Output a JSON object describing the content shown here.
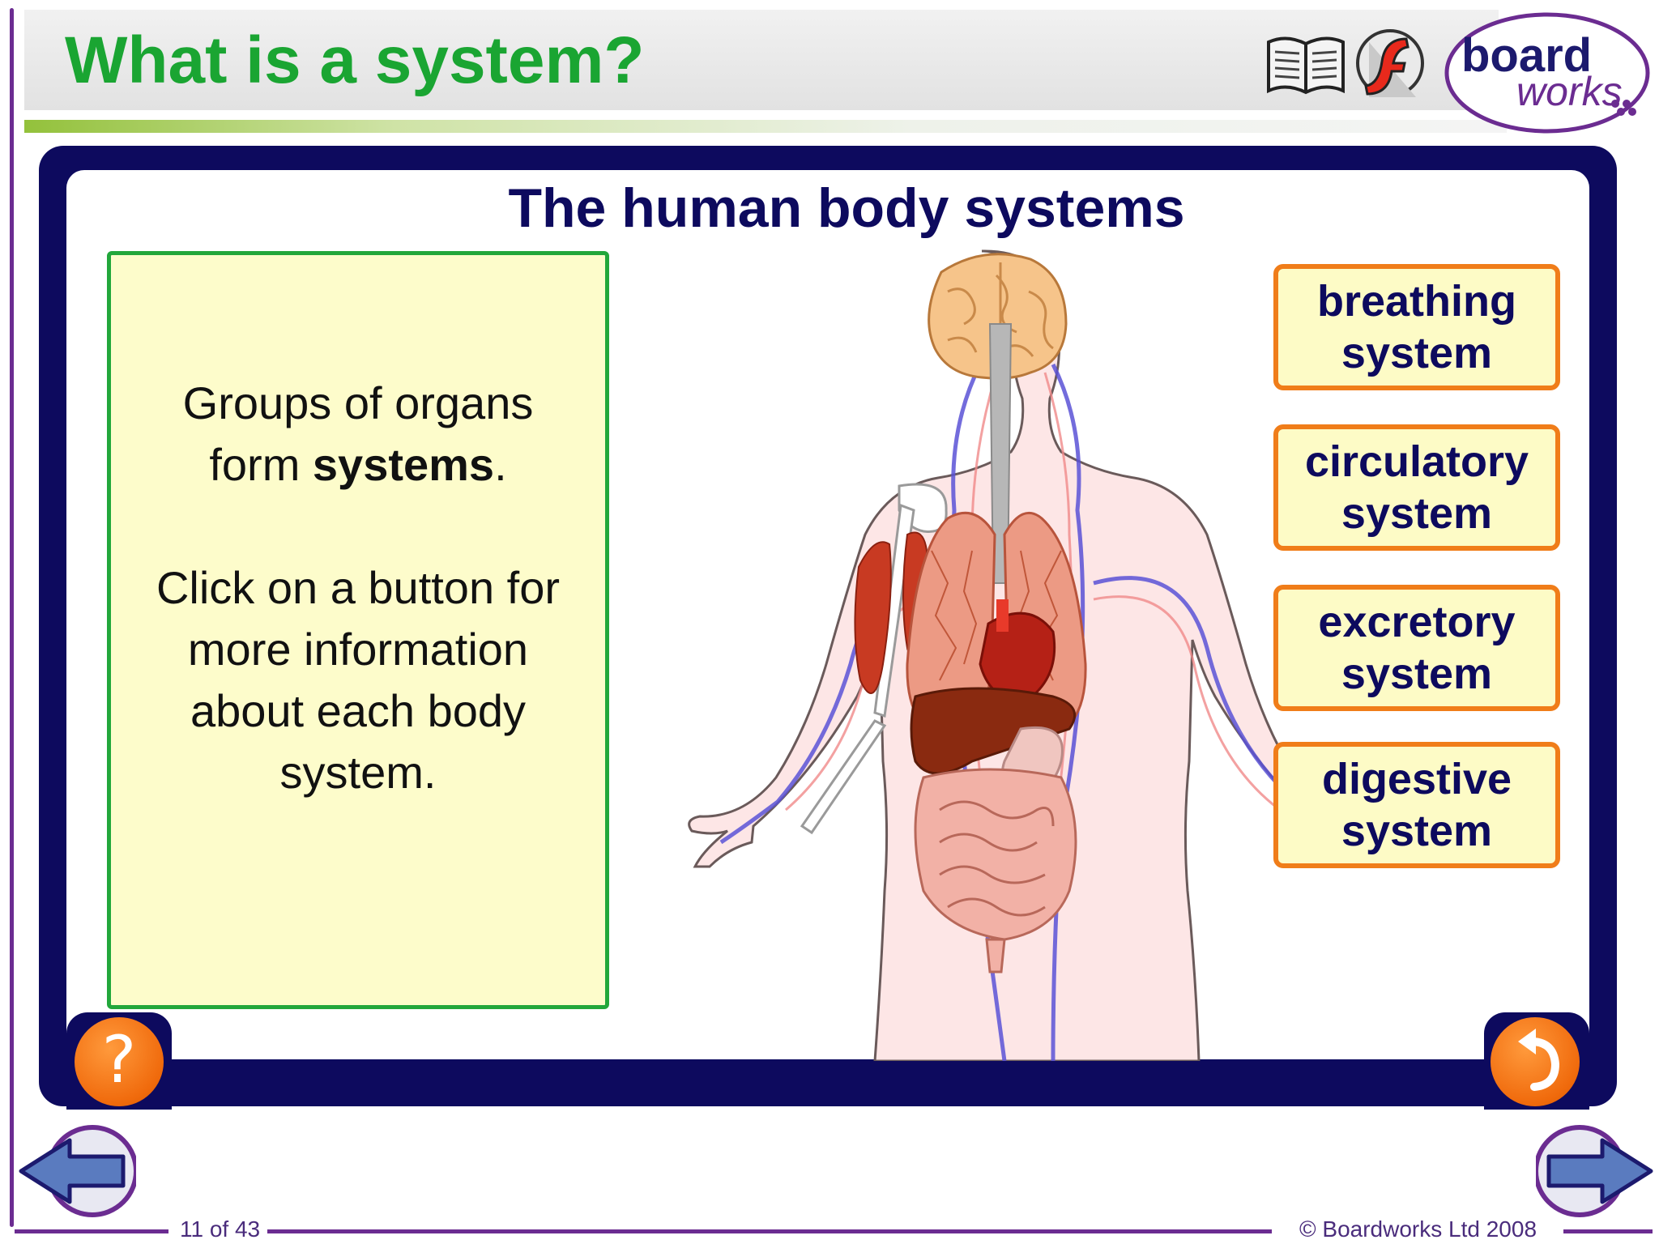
{
  "header": {
    "title": "What is a system?",
    "icons": [
      "book-icon",
      "flash-icon"
    ],
    "logo": {
      "line1": "board",
      "line2": "works"
    }
  },
  "activity": {
    "title": "The human body systems",
    "info": {
      "line1": "Groups of organs",
      "line2_prefix": "form ",
      "line2_bold": "systems",
      "line2_suffix": ".",
      "para2": [
        "Click on a button for",
        "more information",
        "about each body",
        "system."
      ]
    },
    "buttons": [
      {
        "line1": "breathing",
        "line2": "system"
      },
      {
        "line1": "circulatory",
        "line2": "system"
      },
      {
        "line1": "excretory",
        "line2": "system"
      },
      {
        "line1": "digestive",
        "line2": "system"
      }
    ],
    "help_icon": "question-mark-icon",
    "reset_icon": "reset-arrow-icon"
  },
  "footer": {
    "page": "11 of 43",
    "copyright": "© Boardworks Ltd 2008"
  },
  "colors": {
    "title_green": "#1aa532",
    "frame_navy": "#0d0a5e",
    "panel_yellow": "#fdfccb",
    "panel_border": "#22a73b",
    "button_border": "#f07d19",
    "accent_orange": "#f06a0c",
    "purple": "#6b2c91"
  }
}
